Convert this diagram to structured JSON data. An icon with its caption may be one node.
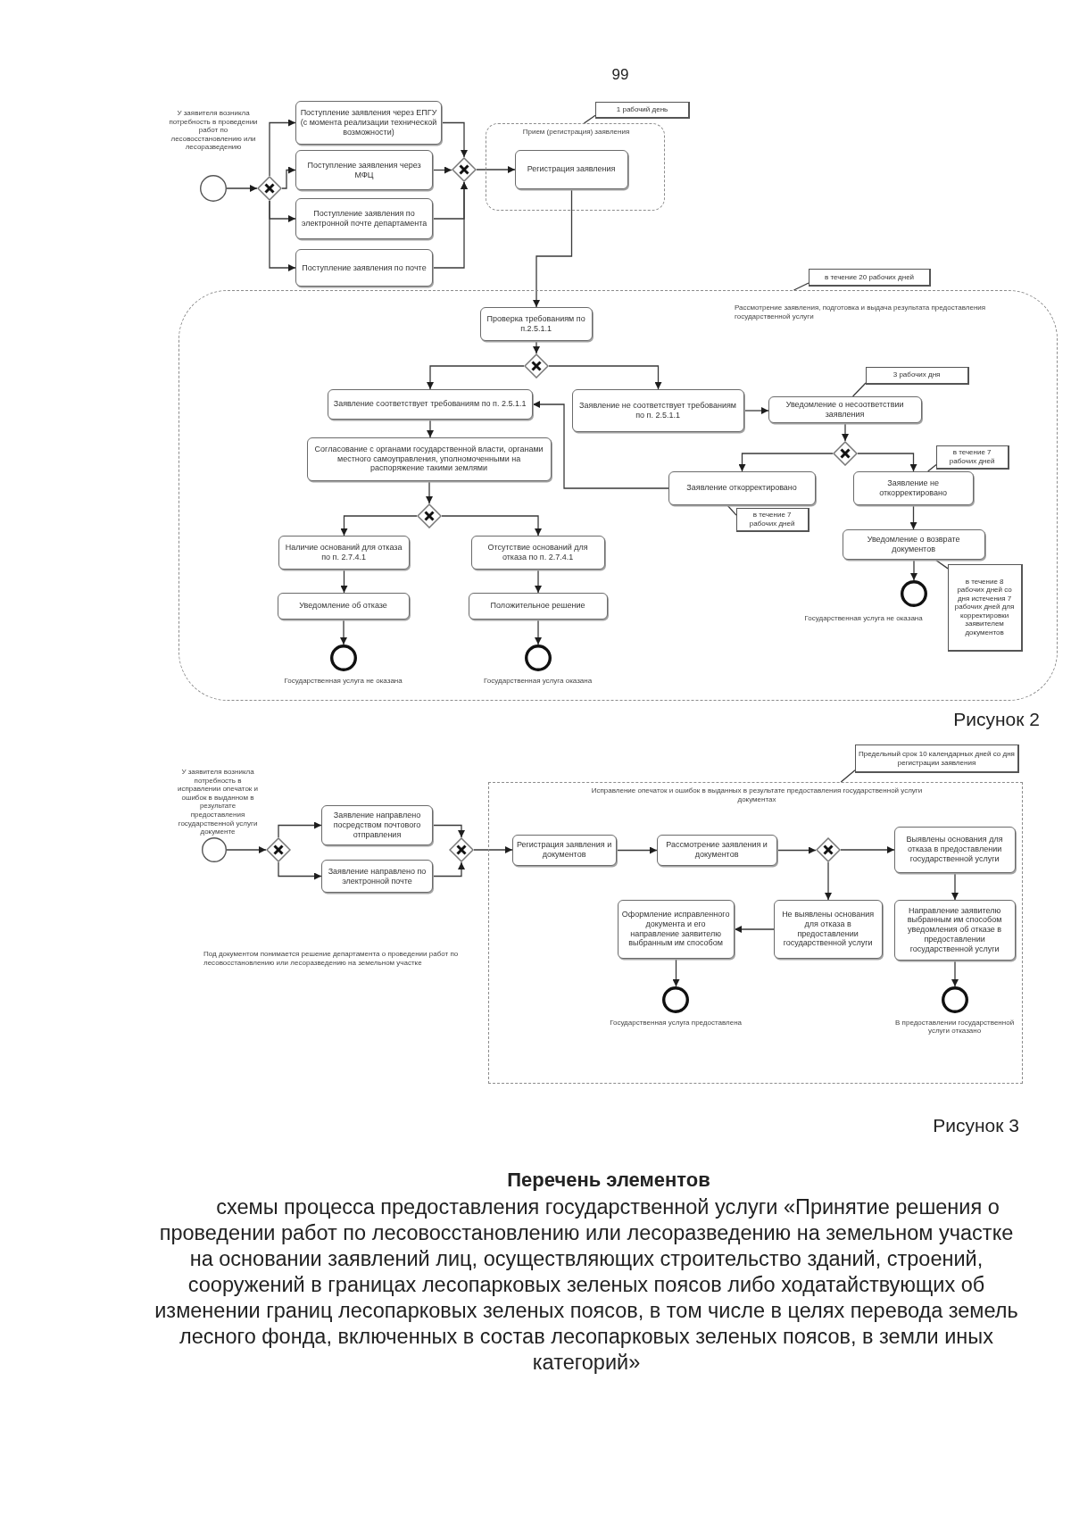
{
  "diagram": {
    "nodes": [
      {
        "text": [],
        "shape": "circle",
        "beside": [
          "У заявителя возникла потребность в проведении работ по лесовосстановлению или лесоразведению"
        ]
      },
      {
        "text": [],
        "shape": "diamond"
      },
      {
        "text": [
          "Поступление заявления через ЕПГУ (с момента реализации технической возможности)"
        ]
      },
      {
        "text": [
          "Поступление заявления через МФЦ"
        ]
      },
      {
        "text": [
          "Поступление заявления по электронной почте департамента"
        ]
      },
      {
        "text": [
          "Поступление заявления по почте"
        ]
      },
      {
        "text": [],
        "shape": "diamond"
      },
      {
        "text": [
          "Прием (регистрация) заявления"
        ]
      },
      {
        "text": [
          "Регистрация заявления"
        ],
        "in": 7
      },
      {
        "text": [
          "1 рабочий день"
        ]
      },
      {
        "text": [
          "Рассмотрение заявления, подготовка и выдача результата предоставления государственной услуги"
        ]
      },
      {
        "text": [
          "в течение 20 рабочих дней"
        ]
      },
      {
        "text": [
          "Проверка требованиям по п.2.5.1.1"
        ],
        "in": 10
      },
      {
        "text": [],
        "shape": "diamond",
        "in": 10
      },
      {
        "text": [
          "Заявление соответствует требованиям по п. 2.5.1.1"
        ],
        "in": 10
      },
      {
        "text": [
          "Заявление не соответствует требованиям по п. 2.5.1.1"
        ],
        "in": 10
      },
      {
        "text": [
          "Уведомление о несоответствии заявления"
        ],
        "in": 10
      },
      {
        "text": [
          "3 рабочих дня"
        ],
        "in": 10
      },
      {
        "text": [],
        "shape": "diamond",
        "in": 10
      },
      {
        "text": [
          "Заявление откорректировано"
        ],
        "in": 10
      },
      {
        "text": [
          "Заявление не откорректировано"
        ],
        "in": 10
      },
      {
        "text": [
          "в течение 7 рабочих дней"
        ],
        "in": 10
      },
      {
        "text": [
          "в течение 7 рабочих дней"
        ],
        "in": 10
      },
      {
        "text": [
          "Согласование с органами государственной власти, органами местного самоуправления, уполномоченными на распоряжение такими землями"
        ],
        "in": 10
      },
      {
        "text": [
          "Уведомление о возврате документов"
        ],
        "in": 10
      },
      {
        "text": [],
        "shape": "diamond",
        "in": 10
      },
      {
        "text": [
          "Наличие оснований для отказа по п. 2.7.4.1"
        ],
        "in": 10
      },
      {
        "text": [
          "Отсутствие оснований для отказа по п. 2.7.4.1"
        ],
        "in": 10
      },
      {
        "text": [],
        "shape": "circle",
        "in": 10,
        "beside": [
          "Государственная услуга не оказана"
        ]
      },
      {
        "text": [
          "в течение 8 рабочих дней со дня истечения 7 рабочих дней для корректировки заявителем документов"
        ],
        "in": 10
      },
      {
        "text": [
          "Уведомление об отказе"
        ],
        "in": 10
      },
      {
        "text": [
          "Положительное решение"
        ],
        "in": 10
      },
      {
        "text": [],
        "shape": "circle",
        "in": 10,
        "beside": [
          "Государственная услуга не оказана"
        ]
      },
      {
        "text": [],
        "shape": "circle",
        "in": 10,
        "beside": [
          "Государственная услуга оказана"
        ]
      },
      {
        "text": [],
        "shape": "circle",
        "beside": [
          "У заявителя возникла потребность в исправлении опечаток и ошибок в выданном в результате предоставления государственной услуги документе"
        ]
      },
      {
        "text": [],
        "shape": "diamond"
      },
      {
        "text": [
          "Заявление направлено посредством почтового отправления"
        ]
      },
      {
        "text": [
          "Заявление направлено по электронной почте"
        ]
      },
      {
        "text": [],
        "shape": "diamond"
      },
      {
        "text": [
          "Предельный срок 10 календарных дней со дня регистрации заявления"
        ]
      },
      {
        "text": [
          "Исправление опечаток и ошибок в выданных в результате предоставления государственной услуги документах"
        ]
      },
      {
        "text": [
          "Регистрация заявления и документов"
        ],
        "in": 40
      },
      {
        "text": [
          "Рассмотрение заявления и документов"
        ],
        "in": 40
      },
      {
        "text": [],
        "shape": "diamond",
        "in": 40
      },
      {
        "text": [
          "Выявлены основания для отказа в предоставлении государственной услуги"
        ],
        "in": 40
      },
      {
        "text": [
          "Оформление исправленного документа и его направление заявителю выбранным им способом"
        ],
        "in": 40
      },
      {
        "text": [
          "Не выявлены основания для отказа в предоставлении государственной услуги"
        ],
        "in": 40
      },
      {
        "text": [
          "Направление заявителю выбранным им способом уведомления об отказе в предоставлении государственной услуги"
        ],
        "in": 40
      },
      {
        "text": [],
        "shape": "circle",
        "in": 40,
        "beside": [
          "Государственная услуга предоставлена"
        ]
      },
      {
        "text": [],
        "shape": "circle",
        "in": 40,
        "beside": [
          "В предоставлении государственной услуги отказано"
        ]
      }
    ],
    "edges": [
      {
        "from": 0,
        "to": 1,
        "arrow": "to"
      },
      {
        "from": 1,
        "to": 2,
        "arrow": "to"
      },
      {
        "from": 1,
        "to": 3,
        "arrow": "to"
      },
      {
        "from": 1,
        "to": 4,
        "arrow": "to"
      },
      {
        "from": 1,
        "to": 5,
        "arrow": "to"
      },
      {
        "from": 2,
        "to": 6,
        "arrow": "to"
      },
      {
        "from": 3,
        "to": 6,
        "arrow": "to"
      },
      {
        "from": 4,
        "to": 6,
        "arrow": "to"
      },
      {
        "from": 5,
        "to": 6,
        "arrow": "to"
      },
      {
        "from": 6,
        "to": 8,
        "arrow": "to"
      },
      {
        "from": 9,
        "to": 7,
        "arrow": "none"
      },
      {
        "from": 8,
        "to": 12,
        "arrow": "to"
      },
      {
        "from": 11,
        "to": 10,
        "arrow": "none"
      },
      {
        "from": 12,
        "to": 13,
        "arrow": "to"
      },
      {
        "from": 13,
        "to": 14,
        "arrow": "to"
      },
      {
        "from": 13,
        "to": 15,
        "arrow": "to"
      },
      {
        "from": 14,
        "to": 23,
        "arrow": "to"
      },
      {
        "from": 15,
        "to": 16,
        "arrow": "to"
      },
      {
        "from": 17,
        "to": 16,
        "arrow": "none"
      },
      {
        "from": 16,
        "to": 18,
        "arrow": "to"
      },
      {
        "from": 18,
        "to": 19,
        "arrow": "to"
      },
      {
        "from": 18,
        "to": 20,
        "arrow": "to"
      },
      {
        "from": 19,
        "to": 14,
        "arrow": "to"
      },
      {
        "from": 21,
        "to": 20,
        "arrow": "none"
      },
      {
        "from": 22,
        "to": 19,
        "arrow": "none"
      },
      {
        "from": 20,
        "to": 24,
        "arrow": "to"
      },
      {
        "from": 24,
        "to": 28,
        "arrow": "to"
      },
      {
        "from": 29,
        "to": 24,
        "arrow": "none"
      },
      {
        "from": 23,
        "to": 25,
        "arrow": "to"
      },
      {
        "from": 25,
        "to": 26,
        "arrow": "to"
      },
      {
        "from": 25,
        "to": 27,
        "arrow": "to"
      },
      {
        "from": 26,
        "to": 30,
        "arrow": "to"
      },
      {
        "from": 27,
        "to": 31,
        "arrow": "to"
      },
      {
        "from": 30,
        "to": 32,
        "arrow": "to"
      },
      {
        "from": 31,
        "to": 33,
        "arrow": "to"
      },
      {
        "from": 34,
        "to": 35,
        "arrow": "to"
      },
      {
        "from": 35,
        "to": 36,
        "arrow": "to"
      },
      {
        "from": 35,
        "to": 37,
        "arrow": "to"
      },
      {
        "from": 36,
        "to": 38,
        "arrow": "to"
      },
      {
        "from": 37,
        "to": 38,
        "arrow": "to"
      },
      {
        "from": 38,
        "to": 41,
        "arrow": "to"
      },
      {
        "from": 39,
        "to": 40,
        "arrow": "none"
      },
      {
        "from": 41,
        "to": 42,
        "arrow": "to"
      },
      {
        "from": 42,
        "to": 43,
        "arrow": "to"
      },
      {
        "from": 43,
        "to": 44,
        "arrow": "to"
      },
      {
        "from": 43,
        "to": 46,
        "arrow": "to"
      },
      {
        "from": 44,
        "to": 47,
        "arrow": "to"
      },
      {
        "from": 46,
        "to": 45,
        "arrow": "to"
      },
      {
        "from": 45,
        "to": 48,
        "arrow": "to"
      },
      {
        "from": 47,
        "to": 49,
        "arrow": "to"
      }
    ],
    "labels": [
      "99",
      "Рисунок 2",
      "Под документом понимается решение департамента о проведении работ по лесовосстановлению или лесоразведению на земельном участке",
      "Рисунок 3",
      "Перечень элементов",
      "схемы процесса предоставления государственной услуги «Принятие решения о проведении работ по лесовосстановлению или лесоразведению на земельном участке на основании заявлений лиц, осуществляющих строительство зданий, строений, сооружений в границах лесопарковых зеленых поясов либо ходатайствующих об изменении границ лесопарковых зеленых поясов, в том числе в целях перевода земель лесного фонда, включенных в состав лесопарковых зеленых поясов, в земли иных категорий»"
    ]
  }
}
